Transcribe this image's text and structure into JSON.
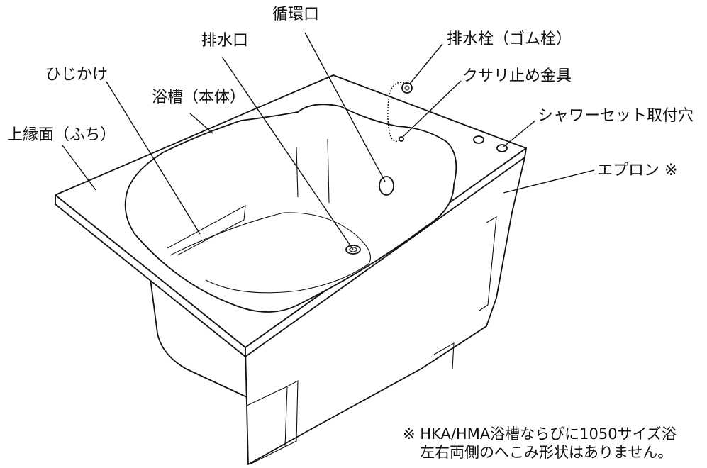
{
  "labels": {
    "rim_surface": "上縁面（ふち）",
    "elbow_rest": "ひじかけ",
    "tub_body": "浴槽（本体）",
    "drain_outlet": "排水口",
    "circulation_port": "循環口",
    "drain_plug": "排水栓（ゴム栓）",
    "chain_fitting": "クサリ止め金具",
    "shower_mount_holes": "シャワーセット取付穴",
    "apron": "エプロン ※"
  },
  "note": {
    "line1": "※ HKA/HMA浴槽ならびに1050サイズ浴",
    "line2": "左右両側のへこみ形状はありません。"
  }
}
